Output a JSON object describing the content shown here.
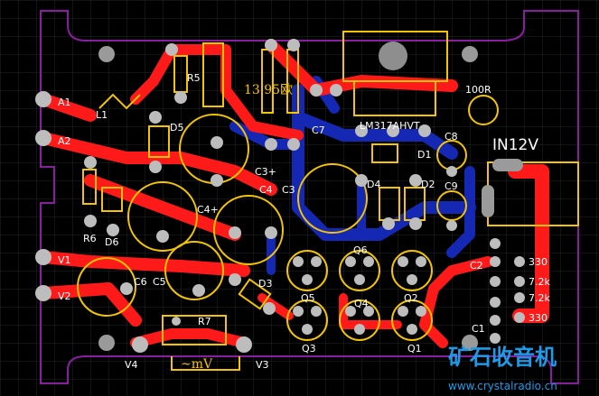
{
  "board": {
    "colors": {
      "background": "#000000",
      "grid": "#1f1f1f",
      "outline": "#8a1ea0",
      "top_copper": "#ff1a1a",
      "bottom_copper": "#1428b4",
      "silkscreen": "#f5c400",
      "pad": "#c0c0c0"
    },
    "inputs": {
      "a1": "A1",
      "a2": "A2",
      "v1": "V1",
      "v2": "V2",
      "v3": "V3",
      "v4": "V4",
      "in_label": "IN12V"
    },
    "resistors": {
      "r5": "R5",
      "r6": "R6",
      "r7": "R7",
      "r_100": "100R",
      "r_330_a": "330",
      "r_72k_a": "7.2k",
      "r_72k_b": "7.2k",
      "r_330_b": "330"
    },
    "capacitors": {
      "c1": "C1",
      "c2": "C2",
      "c3": "C3",
      "c3p": "C3+",
      "c4": "C4",
      "c4p": "C4+",
      "c5": "C5",
      "c6": "C6",
      "c7": "C7",
      "c8": "C8",
      "c9": "C9"
    },
    "diodes": {
      "d1": "D1",
      "d2": "D2",
      "d3": "D3",
      "d4": "D4",
      "d5": "D5",
      "d6": "D6"
    },
    "transistors": {
      "q1": "Q1",
      "q2": "Q2",
      "q3": "Q3",
      "q4": "Q4",
      "q5": "Q5",
      "q6": "Q6"
    },
    "misc": {
      "l1": "L1",
      "regulator": "LM317AHVT",
      "value_label": "13.95欧",
      "meter_label": "~mV"
    },
    "watermark": {
      "title": "矿石收音机",
      "url": "www.crystalradio.cn"
    }
  }
}
